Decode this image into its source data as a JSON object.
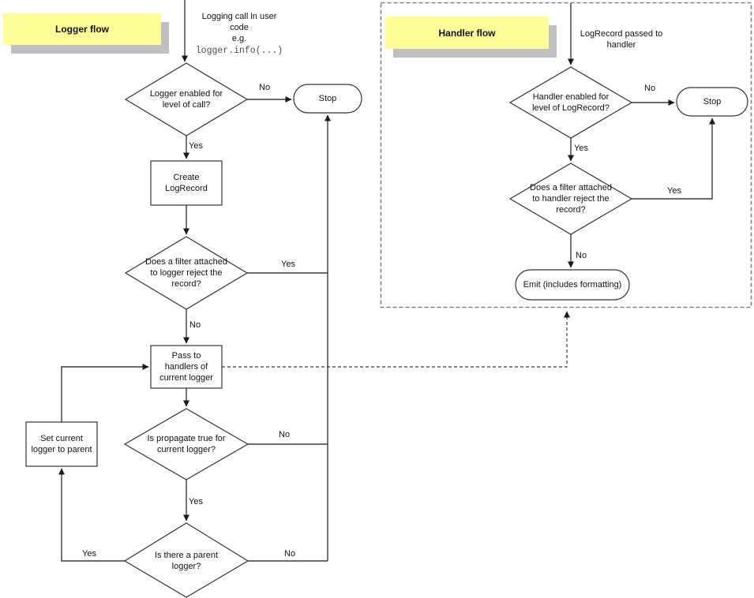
{
  "colors": {
    "label_bg": "#ffff99",
    "label_shadow": "#c0c0c0",
    "line": "#3a3a3a",
    "shape_stroke": "#333333",
    "dashed_border": "#808080",
    "code_text": "#4d4d4d"
  },
  "edge_labels": {
    "yes": "Yes",
    "no": "No"
  },
  "logger_flow": {
    "title": "Logger flow",
    "start_note": "Logging call in user\ncode\ne.g.",
    "start_code": "logger.info(...)",
    "level_check": "Logger enabled for\nlevel of call?",
    "stop": "Stop",
    "create_record": "Create\nLogRecord",
    "filter_check": "Does a filter attached\nto logger reject the\nrecord?",
    "pass_to_handlers": "Pass to\nhandlers of\ncurrent logger",
    "propagate_check": "Is propagate true for\ncurrent logger?",
    "parent_check": "Is there a parent\nlogger?",
    "set_current_to_parent": "Set current\nlogger to parent"
  },
  "handler_flow": {
    "title": "Handler flow",
    "start_note": "LogRecord passed to\nhandler",
    "level_check": "Handler enabled for\nlevel of LogRecord?",
    "stop": "Stop",
    "filter_check": "Does a filter attached\nto handler reject the\nrecord?",
    "emit": "Emit (includes formatting)"
  }
}
